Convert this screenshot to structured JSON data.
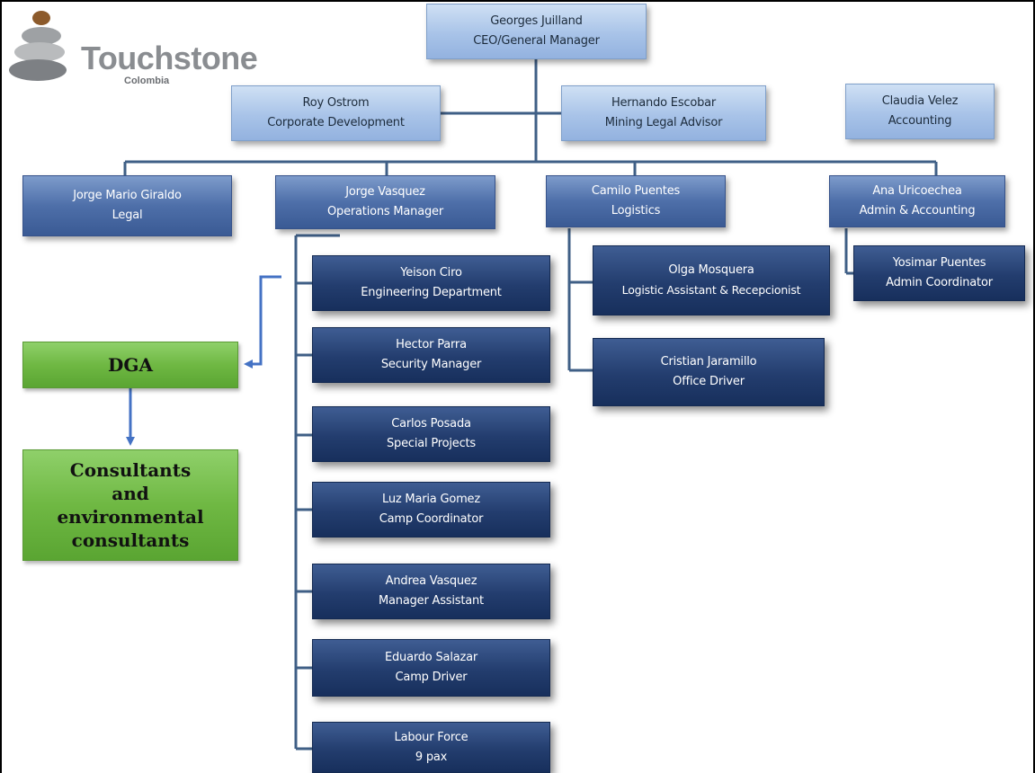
{
  "logo": {
    "name": "Touchstone",
    "sub": "Colombia"
  },
  "ceo": {
    "name": "Georges Juilland",
    "title": "CEO/General Manager"
  },
  "advisors": [
    {
      "name": "Roy Ostrom",
      "title": "Corporate Development"
    },
    {
      "name": "Hernando Escobar",
      "title": "Mining Legal Advisor"
    },
    {
      "name": "Claudia Velez",
      "title": "Accounting"
    }
  ],
  "managers": [
    {
      "name": "Jorge Mario Giraldo",
      "title": "Legal"
    },
    {
      "name": "Jorge Vasquez",
      "title": "Operations Manager"
    },
    {
      "name": "Camilo Puentes",
      "title": "Logistics"
    },
    {
      "name": "Ana Uricoechea",
      "title": "Admin & Accounting"
    }
  ],
  "operations_staff": [
    {
      "name": "Yeison Ciro",
      "title": "Engineering Department"
    },
    {
      "name": "Hector Parra",
      "title": "Security Manager"
    },
    {
      "name": "Carlos Posada",
      "title": "Special Projects"
    },
    {
      "name": "Luz Maria Gomez",
      "title": "Camp Coordinator"
    },
    {
      "name": "Andrea Vasquez",
      "title": "Manager Assistant"
    },
    {
      "name": "Eduardo Salazar",
      "title": "Camp Driver"
    },
    {
      "name": "Labour Force",
      "title": "9 pax"
    }
  ],
  "logistics_staff": [
    {
      "name": "Olga Mosquera",
      "title": "Logistic Assistant & Recepcionist"
    },
    {
      "name": "Cristian Jaramillo",
      "title": "Office Driver"
    }
  ],
  "admin_staff": [
    {
      "name": "Yosimar Puentes",
      "title": "Admin Coordinator"
    }
  ],
  "external": {
    "dga": "DGA",
    "consultants": "Consultants and environmental consultants"
  },
  "colors": {
    "connector": "#3f5f86",
    "arrow": "#4472c4",
    "green": "#6fb843",
    "light_box": "#a8c3e8",
    "mid_box": "#4e6fa9",
    "dark_box": "#233d6e"
  }
}
